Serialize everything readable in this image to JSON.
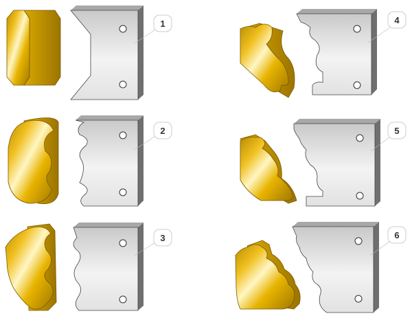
{
  "panels": [
    {
      "number": "1",
      "profile": "bevel"
    },
    {
      "number": "2",
      "profile": "ogee"
    },
    {
      "number": "3",
      "profile": "bead"
    },
    {
      "number": "4",
      "profile": "classic-ogee"
    },
    {
      "number": "5",
      "profile": "step-ogee"
    },
    {
      "number": "6",
      "profile": "cove-bead"
    }
  ],
  "colors": {
    "gold_light": "#fff6c4",
    "gold_mid": "#f0c020",
    "gold_dark": "#b98d00",
    "gold_edge": "#7a5a00",
    "steel_light": "#f4f4f4",
    "steel_dark": "#c4c4c4",
    "steel_side": "#6f6f6f",
    "steel_top": "#a8a8a8",
    "outline": "#444444",
    "badge_border": "#cccccc"
  }
}
